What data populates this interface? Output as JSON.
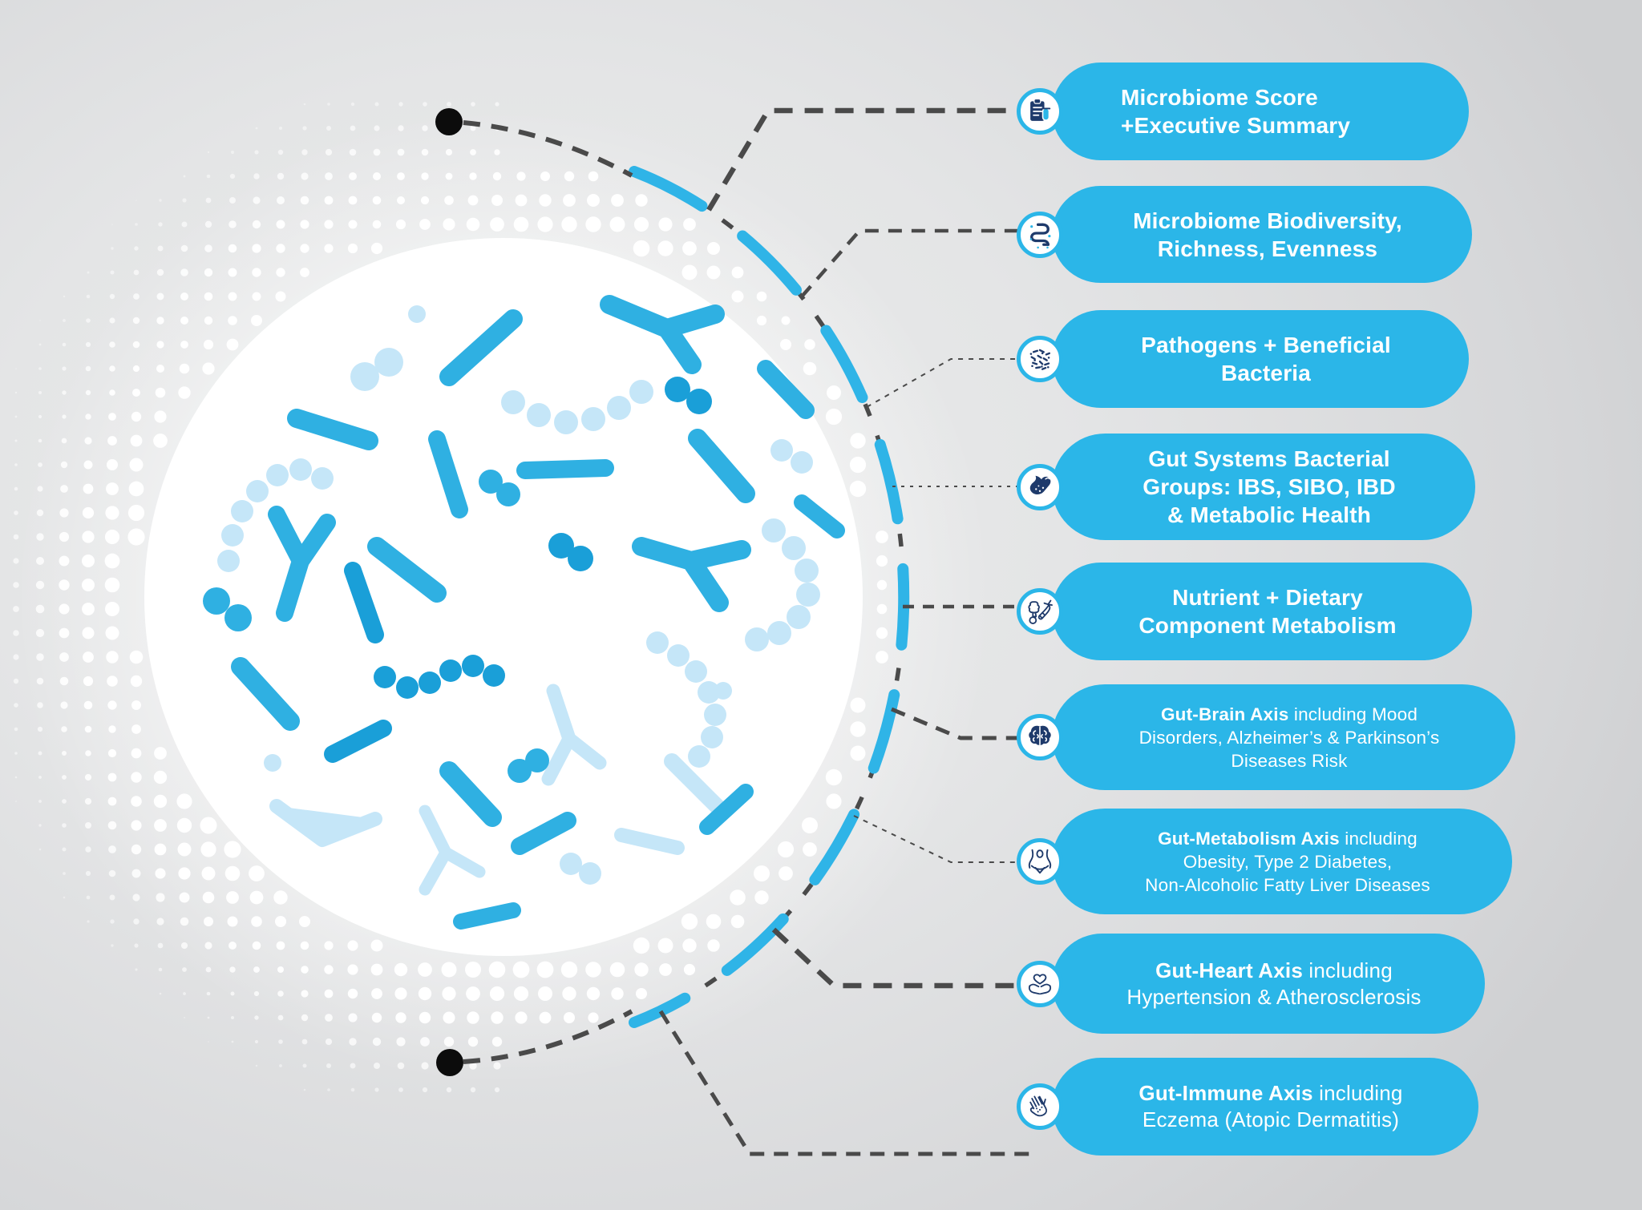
{
  "items": [
    {
      "icon": "clipboard-test-tube-icon",
      "lines": [
        [
          {
            "t": "Microbiome Score",
            "w": "b"
          }
        ],
        [
          {
            "t": "+Executive Summary",
            "w": "b"
          }
        ]
      ]
    },
    {
      "icon": "intestine-icon",
      "lines": [
        [
          {
            "t": "Microbiome Biodiversity,",
            "w": "b"
          }
        ],
        [
          {
            "t": "Richness, Evenness",
            "w": "b"
          }
        ]
      ]
    },
    {
      "icon": "bacteria-icon",
      "lines": [
        [
          {
            "t": "Pathogens + Beneficial",
            "w": "b"
          }
        ],
        [
          {
            "t": "Bacteria",
            "w": "b"
          }
        ]
      ]
    },
    {
      "icon": "stomach-icon",
      "lines": [
        [
          {
            "t": "Gut Systems Bacterial",
            "w": "b"
          }
        ],
        [
          {
            "t": "Groups: IBS, SIBO, IBD",
            "w": "b"
          }
        ],
        [
          {
            "t": "& Metabolic Health",
            "w": "b"
          }
        ]
      ]
    },
    {
      "icon": "vegetables-icon",
      "lines": [
        [
          {
            "t": "Nutrient + Dietary",
            "w": "b"
          }
        ],
        [
          {
            "t": "Component Metabolism",
            "w": "b"
          }
        ]
      ]
    },
    {
      "icon": "brain-icon",
      "lines": [
        [
          {
            "t": "Gut-Brain Axis",
            "w": "b"
          },
          {
            "t": " including Mood",
            "w": "s"
          }
        ],
        [
          {
            "t": "Disorders, Alzheimer’s & Parkinson’s",
            "w": "s"
          }
        ],
        [
          {
            "t": "Diseases Risk",
            "w": "s"
          }
        ]
      ]
    },
    {
      "icon": "body-waist-icon",
      "lines": [
        [
          {
            "t": "Gut-Metabolism Axis",
            "w": "b"
          },
          {
            "t": " including",
            "w": "s"
          }
        ],
        [
          {
            "t": "Obesity, Type 2 Diabetes,",
            "w": "s"
          }
        ],
        [
          {
            "t": "Non-Alcoholic Fatty Liver Diseases",
            "w": "s"
          }
        ]
      ]
    },
    {
      "icon": "hands-heart-icon",
      "lines": [
        [
          {
            "t": "Gut-Heart Axis",
            "w": "b"
          },
          {
            "t": " including",
            "w": "s"
          }
        ],
        [
          {
            "t": "Hypertension & Atherosclerosis",
            "w": "s"
          }
        ]
      ]
    },
    {
      "icon": "hand-eczema-icon",
      "lines": [
        [
          {
            "t": "Gut-Immune Axis",
            "w": "b"
          },
          {
            "t": " including",
            "w": "s"
          }
        ],
        [
          {
            "t": "Eczema (Atopic Dermatitis)",
            "w": "s"
          }
        ]
      ]
    }
  ],
  "colors": {
    "pill_blue": "#2bb6e8",
    "arc_blue": "#2fb4e7",
    "dash_gray": "#4a4a4a",
    "icon_navy": "#1e3a6b",
    "bacteria_mid": "#2fb0e2",
    "bacteria_dark": "#1a9fd8",
    "bacteria_pale": "#c5e6f8",
    "endpoint_black": "#0c0c0c",
    "circle_white": "#ffffff"
  }
}
